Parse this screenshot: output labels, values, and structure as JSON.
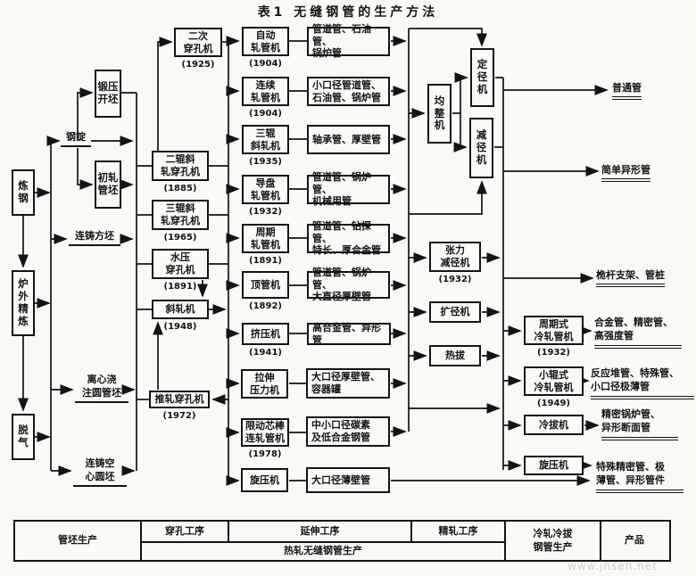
{
  "title": "表1 无缝钢管的生产方法",
  "watermark": "www.jnsen.net",
  "sources": {
    "steelmaking": "炼钢",
    "ladle_refining": "炉外精炼",
    "degassing": "脱气",
    "ingot": "钢锭",
    "forged_bloom": "锻压开坯",
    "rolled_billet": "初轧管坯",
    "cc_square_billet": "连铸方坯",
    "centrifugal_round_billet": "离心浇\n注圆管坯",
    "cc_hollow_round_billet": "连铸空\n心圆坯"
  },
  "piercers": [
    {
      "label": "二次\n穿孔机",
      "year": "(1925)"
    },
    {
      "label": "二辊斜\n轧穿孔机",
      "year": "(1885)"
    },
    {
      "label": "三辊斜\n轧穿孔机",
      "year": "(1965)"
    },
    {
      "label": "水压\n穿孔机",
      "year": "(1891)"
    },
    {
      "label": "斜轧机",
      "year": "(1948)"
    },
    {
      "label": "推轧穿孔机",
      "year": "(1972)"
    }
  ],
  "mills": [
    {
      "label": "自动\n轧管机",
      "year": "(1904)"
    },
    {
      "label": "连续\n轧管机",
      "year": "(1904)"
    },
    {
      "label": "三辊\n斜轧机",
      "year": "(1935)"
    },
    {
      "label": "导盘\n轧管机",
      "year": "(1932)"
    },
    {
      "label": "周期\n轧管机",
      "year": "(1891)"
    },
    {
      "label": "顶管机",
      "year": "(1892)"
    },
    {
      "label": "挤压机",
      "year": "(1941)"
    },
    {
      "label": "拉伸\n压力机"
    },
    {
      "label": "限动芯棒\n连轧管机",
      "year": "(1978)"
    },
    {
      "label": "旋压机"
    }
  ],
  "products": [
    "管道管、石油管、\n锅炉管",
    "小口径管道管、\n石油管、锅炉管",
    "轴承管、厚壁管",
    "管道管、锅炉管、\n机械用管",
    "管道管、钻探管、\n特长、厚合金管",
    "管道管、锅炉管、\n大直径厚壁管",
    "高合金管、异形管",
    "大口径厚壁管、\n容器罐",
    "中小口径碳素\n及低合金钢管",
    "大口径薄壁管"
  ],
  "finishing": {
    "reeler": "均整机",
    "sizer": "定径机",
    "reducer": "减径机",
    "stretch_reducer": "张力\n减径机",
    "stretch_reducer_year": "(1932)",
    "expander": "扩径机",
    "hot_draw": "热拔"
  },
  "cold_mills": [
    {
      "label": "周期式\n冷轧管机",
      "year": "(1932)"
    },
    {
      "label": "小辊式\n冷轧管机",
      "year": "(1949)"
    },
    {
      "label": "冷拔机"
    },
    {
      "label": "旋压机"
    }
  ],
  "final_products": [
    "普通管",
    "简单异形管",
    "桅杆支架、管桩",
    "合金管、精密管、\n高强度管",
    "反应堆管、特殊管、\n小口径极薄管",
    "精密锅炉管、\n异形断面管",
    "特殊精密管、极\n薄管、异形管件"
  ],
  "table": {
    "billet_production": "管坯生产",
    "piercing_stage": "穿孔工序",
    "elongating_stage": "延伸工序",
    "finish_rolling_stage": "精轧工序",
    "hot_rolled_production": "热轧无缝钢管生产",
    "cold_production": "冷轧冷拔\n钢管生产",
    "product": "产品"
  }
}
